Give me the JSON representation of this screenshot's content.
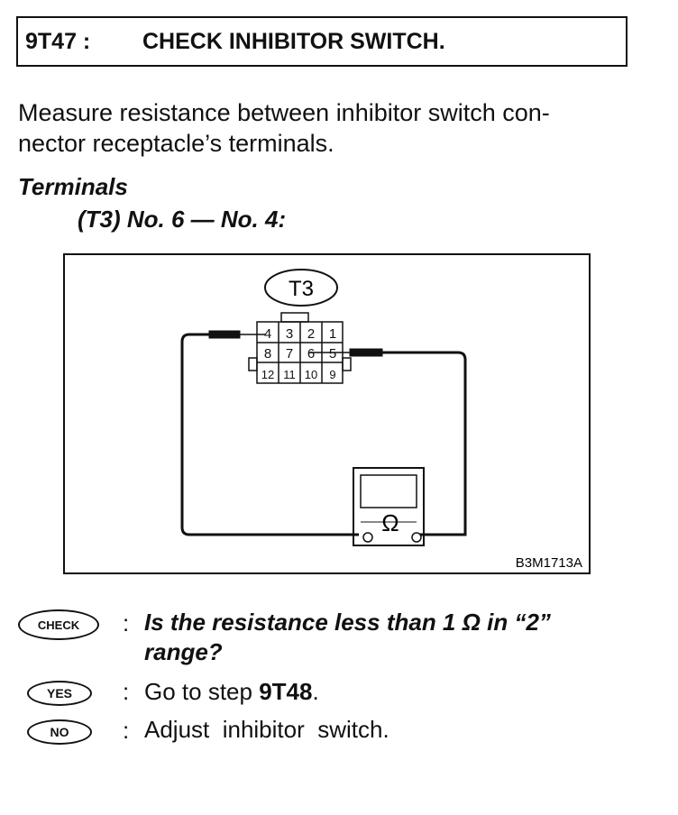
{
  "header": {
    "step_id": "9T47 :",
    "title": "CHECK INHIBITOR SWITCH."
  },
  "intro": "Measure resistance between inhibitor switch con-nector receptacle’s terminals.",
  "intro_lines": [
    "Measure resistance between inhibitor switch con-",
    "nector receptacle’s terminals."
  ],
  "terminals": {
    "heading": "Terminals",
    "spec": "(T3) No. 6 — No. 4:"
  },
  "figure": {
    "connector_label": "T3",
    "pins_row1": [
      "4",
      "3",
      "2",
      "1"
    ],
    "pins_row2": [
      "8",
      "7",
      "6",
      "5"
    ],
    "pins_row3": [
      "12",
      "11",
      "10",
      "9"
    ],
    "meter_symbol": "Ω",
    "figure_code": "B3M1713A"
  },
  "check": {
    "badge": "CHECK",
    "question_line1": "Is the resistance less than 1 Ω in “2”",
    "question_line2": "range?"
  },
  "yes": {
    "badge": "YES",
    "text_prefix": "Go to step ",
    "step_ref": "9T48",
    "text_suffix": "."
  },
  "no": {
    "badge": "NO",
    "text": "Adjust  inhibitor  switch."
  }
}
